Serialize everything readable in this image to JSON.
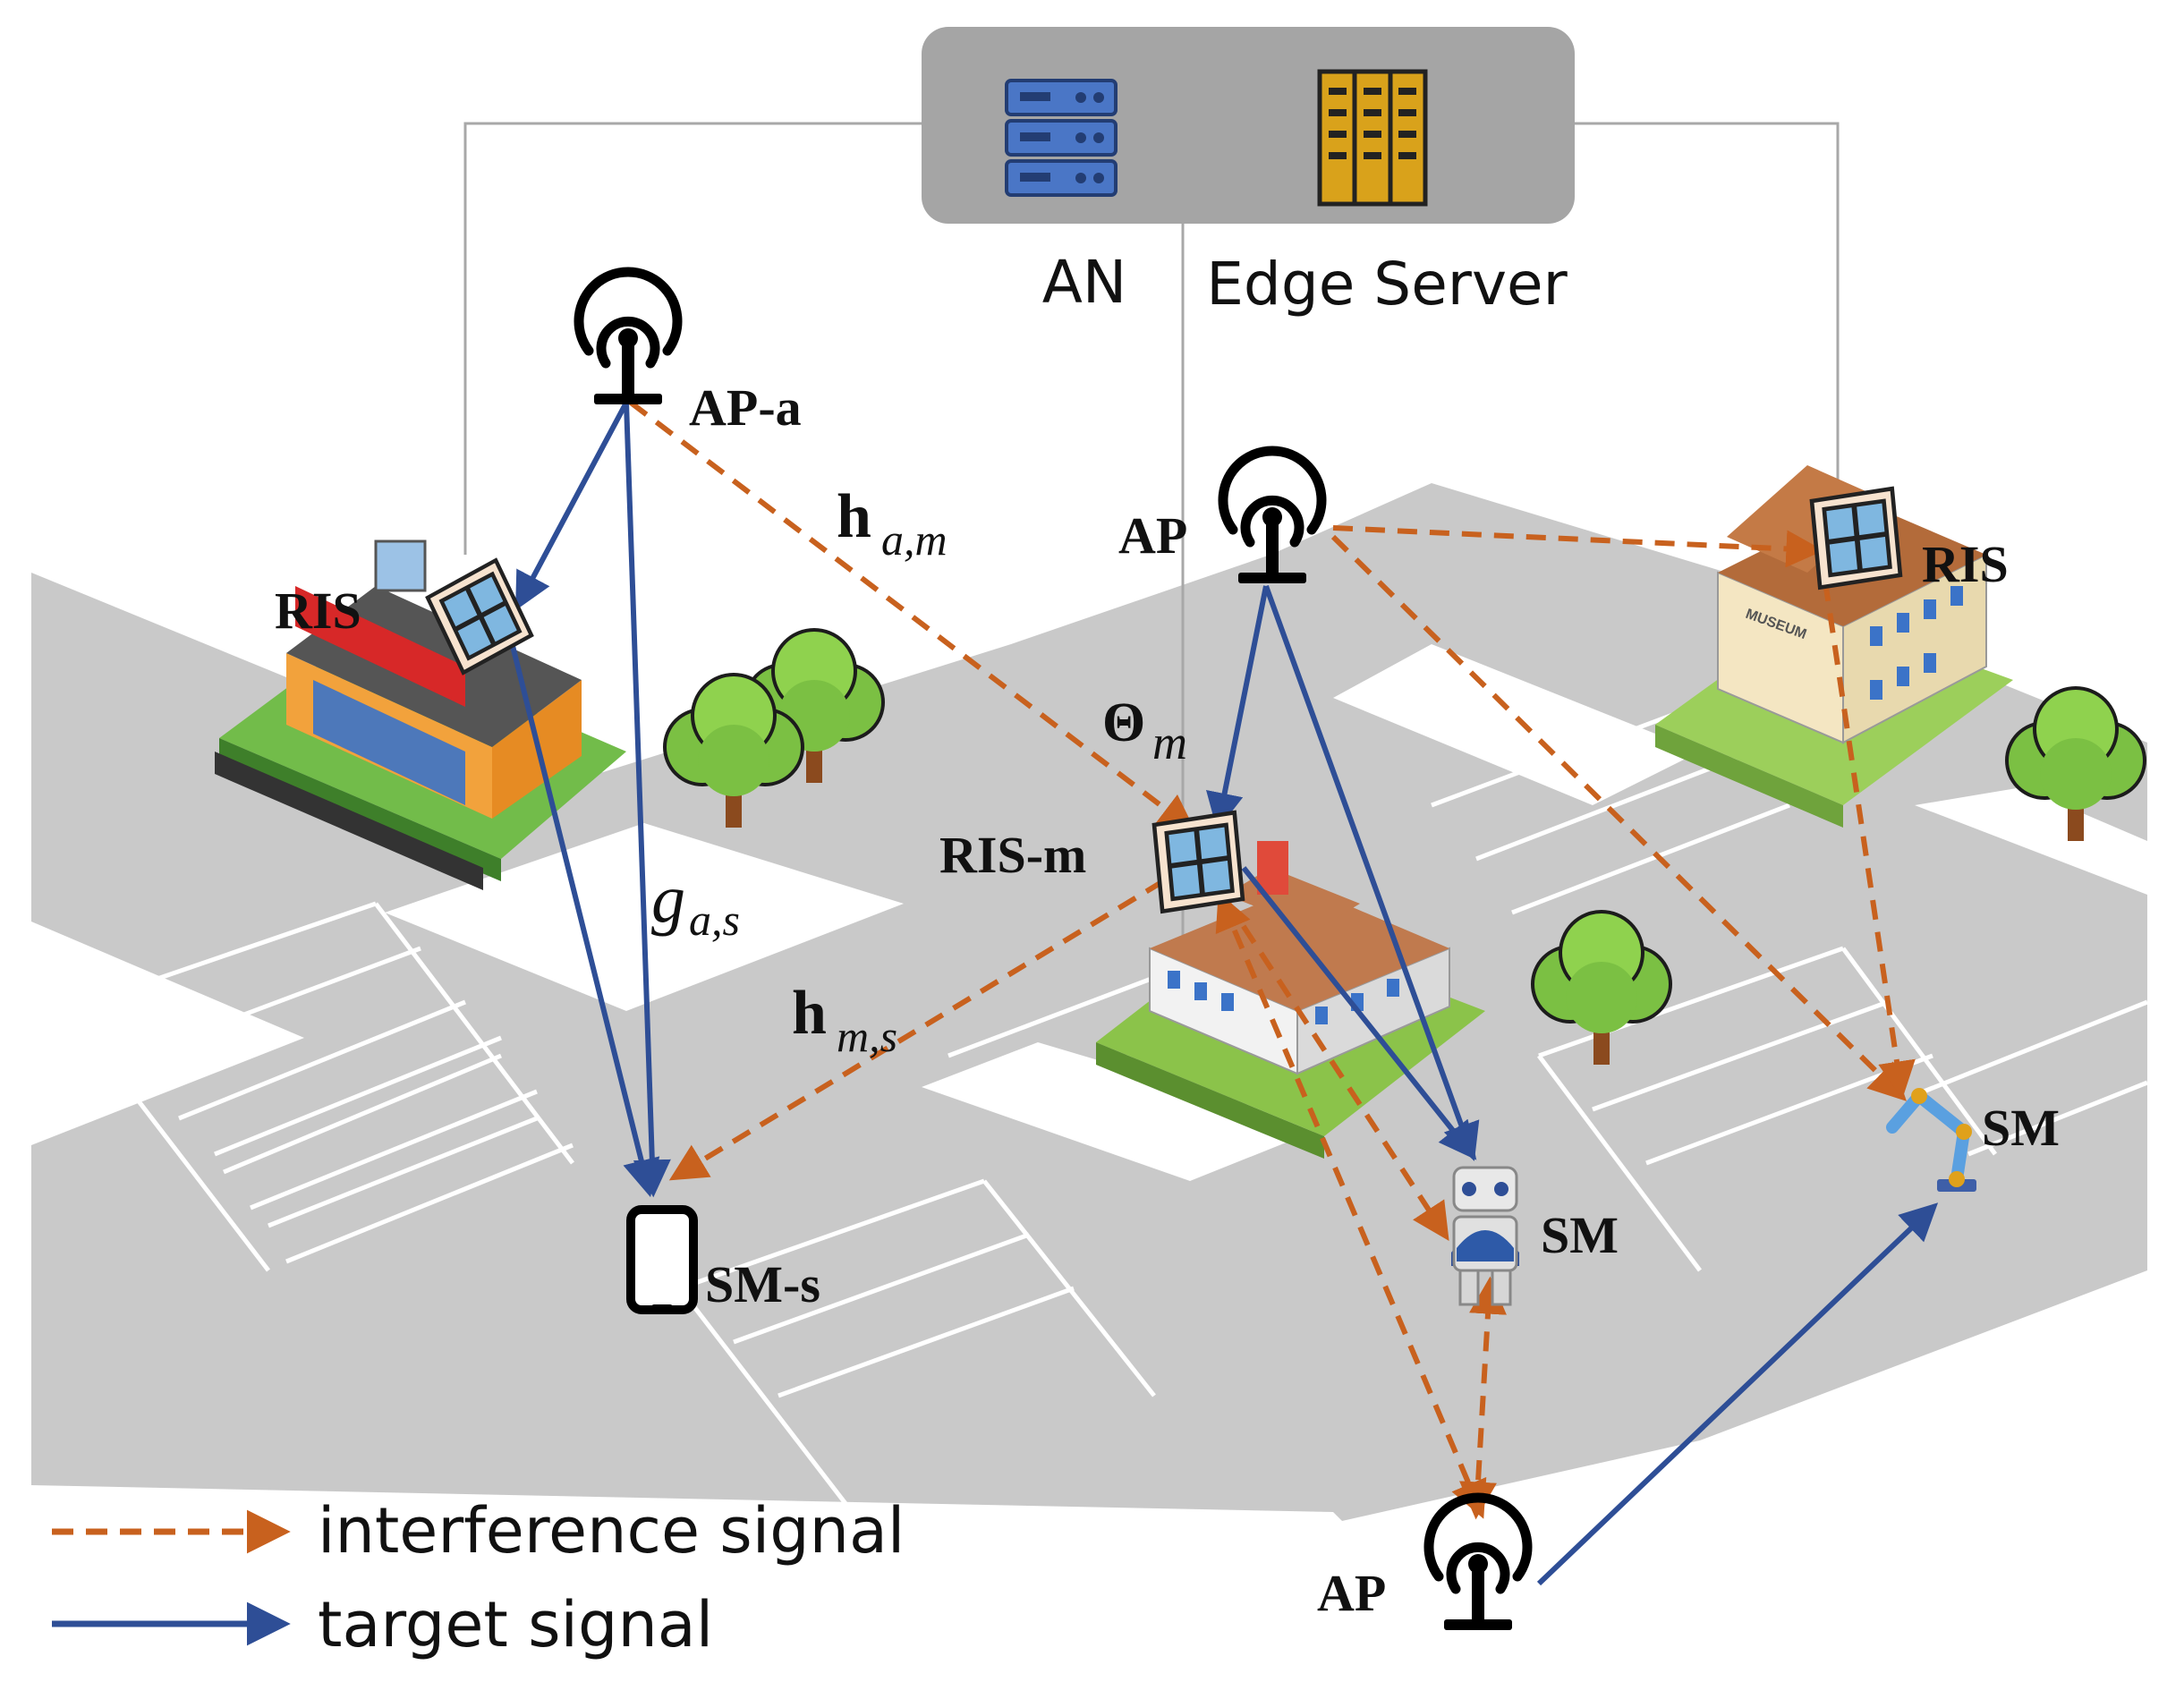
{
  "header": {
    "an_label": "AN",
    "edge_label": "Edge Server"
  },
  "nodes": {
    "ap_a": "AP-a",
    "ap_center": "AP",
    "ap_bottom": "AP",
    "ris_left": "RIS",
    "ris_m": "RIS-m",
    "ris_right": "RIS",
    "sm_s": "SM-s",
    "sm_robot": "SM",
    "sm_arm": "SM"
  },
  "channels": {
    "h_am": {
      "symbol": "h",
      "sub": "a,m"
    },
    "g_as": {
      "symbol": "g",
      "sub": "a,s"
    },
    "theta_m": {
      "symbol": "Θ",
      "sub": "m"
    },
    "h_ms": {
      "symbol": "h",
      "sub": "m,s"
    }
  },
  "legend": {
    "interference": "interference signal",
    "target": "target signal"
  },
  "colors": {
    "interference": "#C8611E",
    "target": "#2E4E96",
    "road": "#C9C9C9",
    "backhaul": "#A8A8A8",
    "an_box": "#A5A5A5"
  },
  "icons": {
    "an": "server-rack-icon",
    "edge": "edge-server-icon",
    "ap": "antenna-icon",
    "ris": "ris-panel-icon",
    "sm_s": "smartphone-icon",
    "sm_robot": "robot-icon",
    "sm_arm": "robot-arm-icon"
  }
}
